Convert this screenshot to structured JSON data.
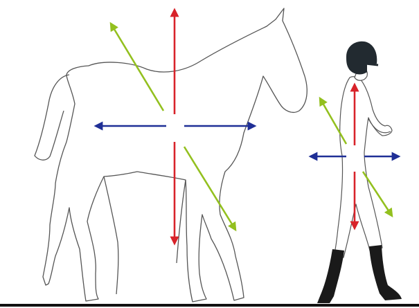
{
  "figure": {
    "subjects": [
      "horse-outline",
      "walking-rider-figure"
    ],
    "axes_shown": [
      "vertical",
      "lateral",
      "longitudinal-diagonal"
    ]
  },
  "colors": {
    "vertical_axis": "#d8232a",
    "lateral_axis": "#1f2f96",
    "diagonal_axis": "#93c01f",
    "outline": "#555555",
    "ground": "#111111",
    "helmet": "#222a30",
    "boots": "#1a1a1a",
    "background": "#ffffff"
  },
  "icons": {
    "horse": "horse-silhouette",
    "rider": "person-walking",
    "helmet": "riding-helmet",
    "boots": "riding-boots"
  }
}
